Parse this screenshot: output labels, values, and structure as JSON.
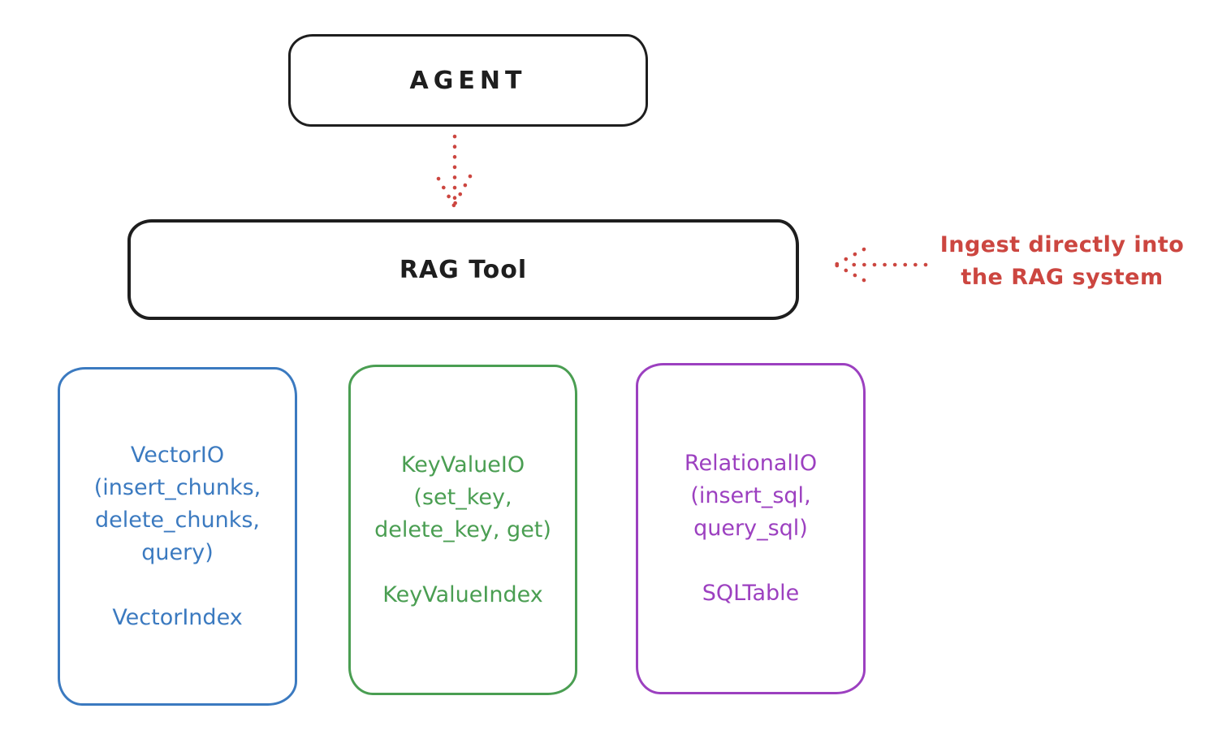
{
  "agent": {
    "label": "AGENT"
  },
  "rag_tool": {
    "label": "RAG Tool"
  },
  "annotation": {
    "line1": "Ingest directly into",
    "line2": "the RAG system"
  },
  "io_boxes": [
    {
      "name": "VectorIO",
      "lines": [
        "VectorIO",
        "(insert_chunks,",
        "delete_chunks,",
        "query)"
      ],
      "index_label": "VectorIndex",
      "color": "#3b7ac0"
    },
    {
      "name": "KeyValueIO",
      "lines": [
        "KeyValueIO",
        "(set_key,",
        "delete_key, get)"
      ],
      "index_label": "KeyValueIndex",
      "color": "#4a9e52"
    },
    {
      "name": "RelationalIO",
      "lines": [
        "RelationalIO",
        "(insert_sql,",
        "query_sql)"
      ],
      "index_label": "SQLTable",
      "color": "#9c40c0"
    }
  ],
  "icons": {
    "agent_to_ragtool_arrow": "dotted-arrow-down",
    "annotation_arrow": "dotted-arrow-left"
  },
  "colors": {
    "stroke": "#1e1e1e",
    "red": "#cc4640",
    "blue": "#3b7ac0",
    "green": "#4a9e52",
    "purple": "#9c40c0",
    "background": "#ffffff"
  }
}
